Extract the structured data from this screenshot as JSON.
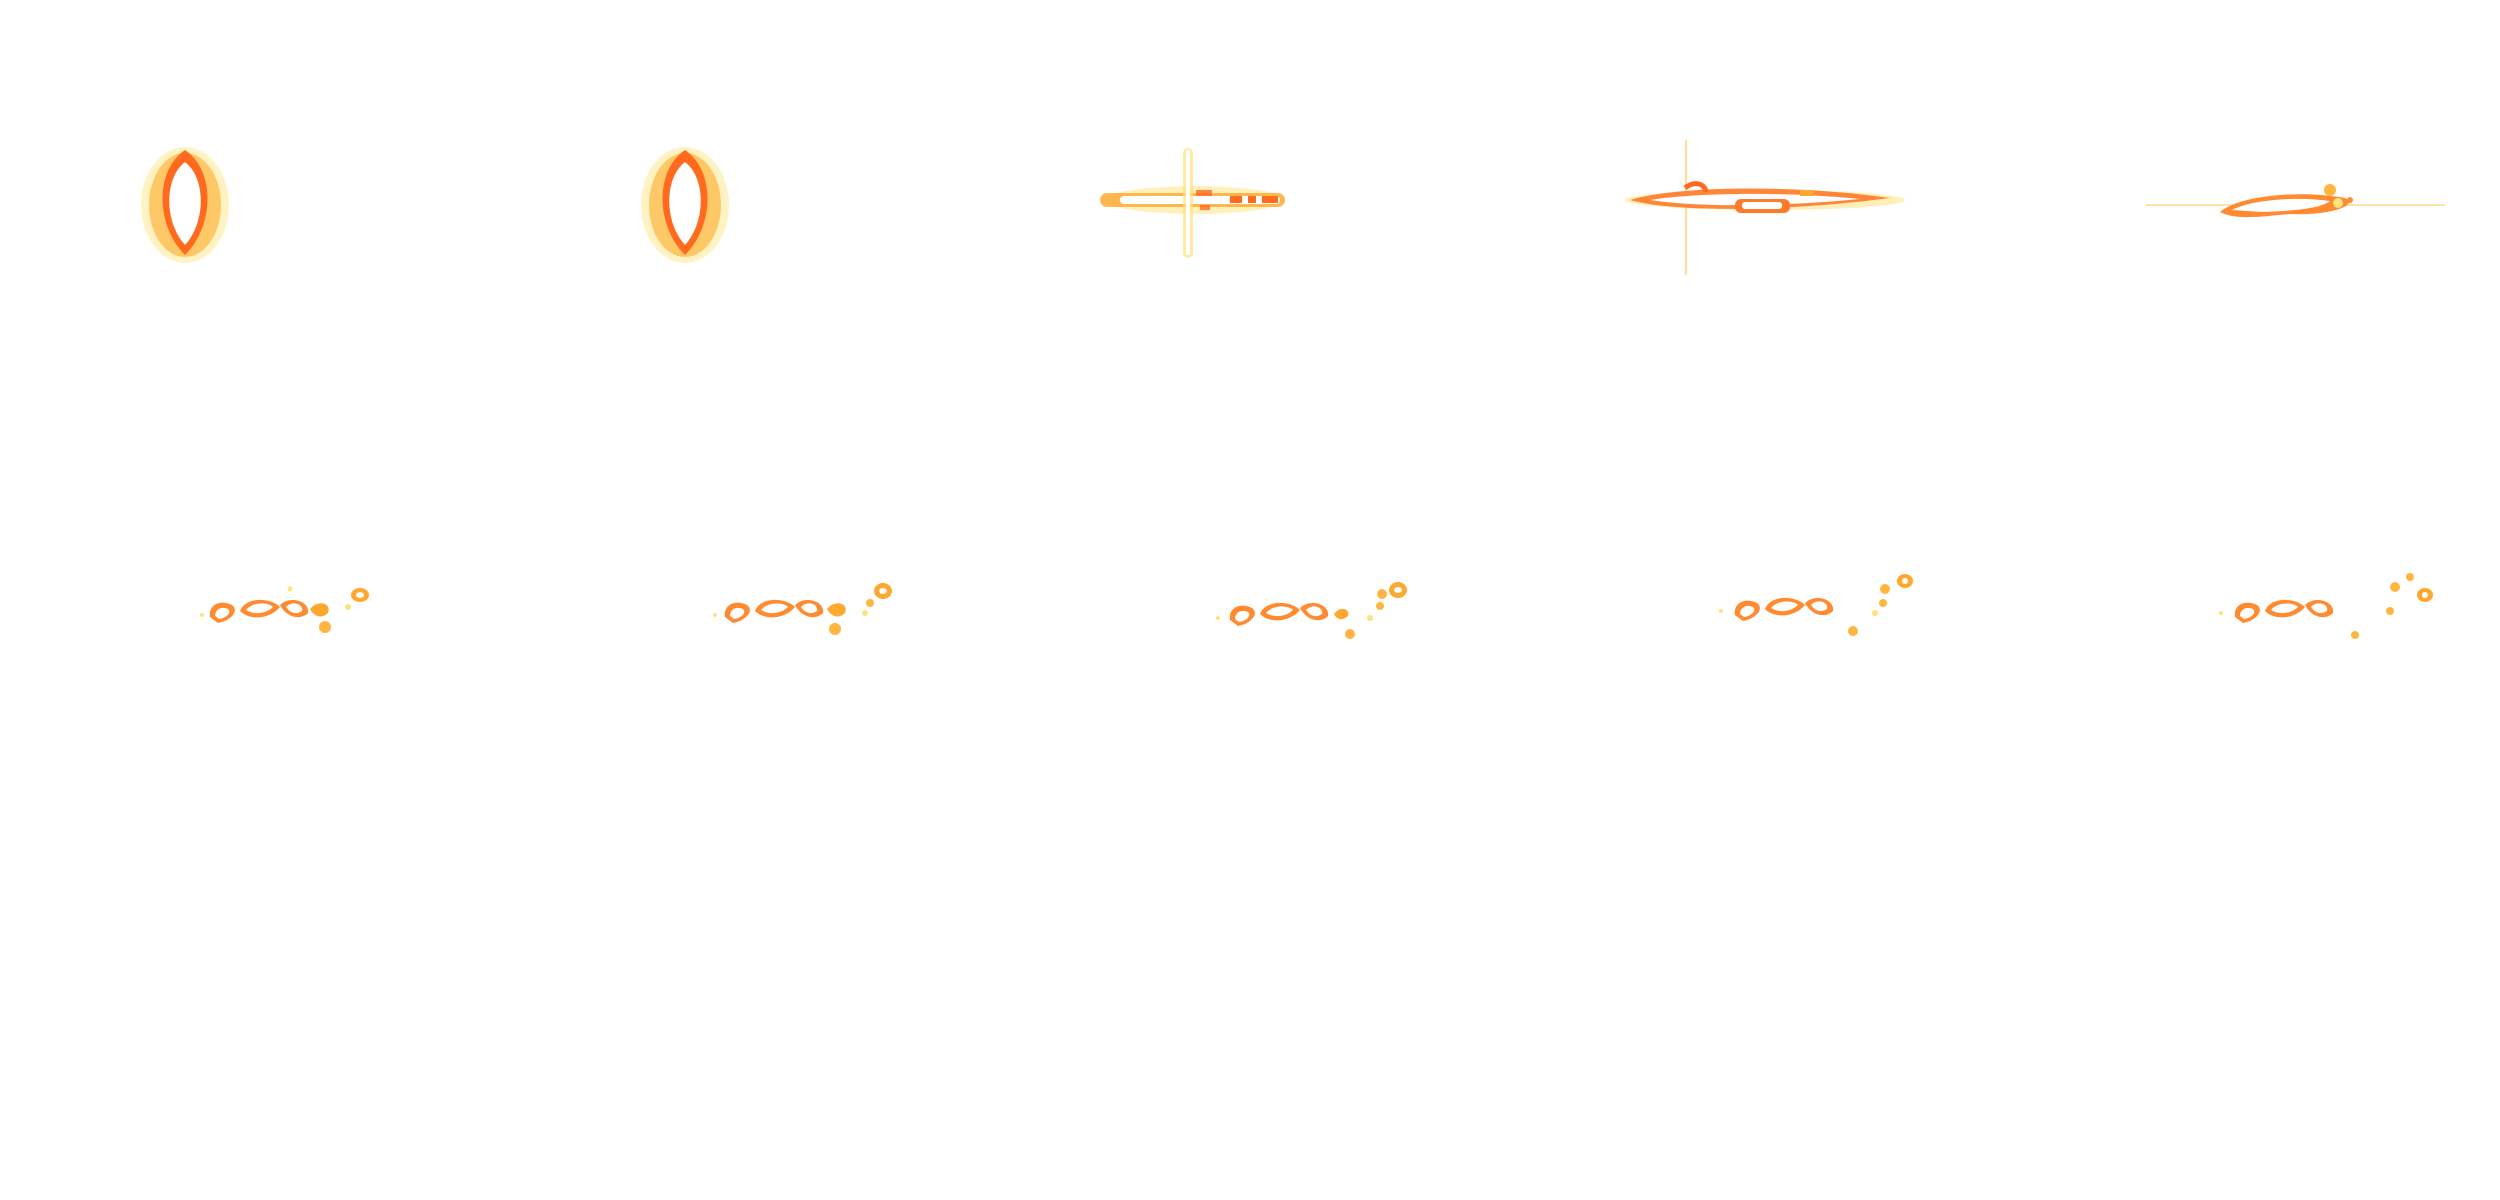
{
  "sprite_sheet": {
    "columns": 5,
    "rows_shown": 2,
    "colors": {
      "core": "#ffffff",
      "rim": "#ff6a1f",
      "mid": "#ffa830",
      "glow": "#ffe27a"
    },
    "frames": [
      {
        "id": 1,
        "kind": "teardrop-flame"
      },
      {
        "id": 2,
        "kind": "teardrop-flame"
      },
      {
        "id": 3,
        "kind": "cross-flash"
      },
      {
        "id": 4,
        "kind": "streak-flash"
      },
      {
        "id": 5,
        "kind": "fading-streak"
      },
      {
        "id": 6,
        "kind": "ember-scatter"
      },
      {
        "id": 7,
        "kind": "ember-scatter"
      },
      {
        "id": 8,
        "kind": "ember-scatter"
      },
      {
        "id": 9,
        "kind": "ember-scatter"
      },
      {
        "id": 10,
        "kind": "ember-scatter"
      }
    ]
  }
}
